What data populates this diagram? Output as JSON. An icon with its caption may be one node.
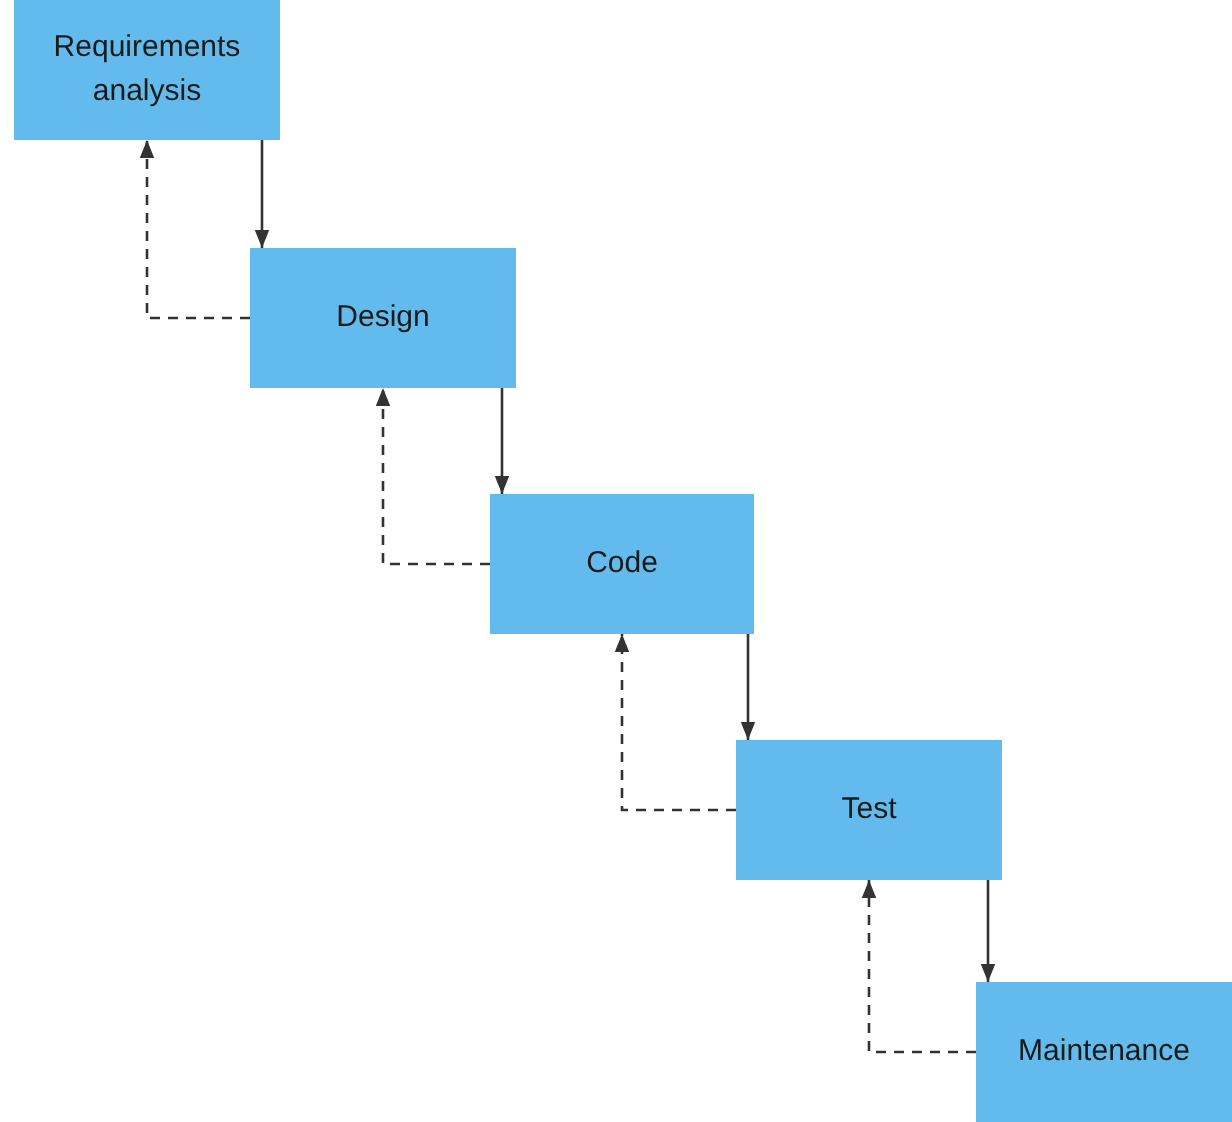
{
  "diagram": {
    "nodes": [
      {
        "text": [
          "Requirements analysis"
        ]
      },
      {
        "text": [
          "Design"
        ]
      },
      {
        "text": [
          "Code"
        ]
      },
      {
        "text": [
          "Test"
        ]
      },
      {
        "text": [
          "Maintenance"
        ]
      }
    ],
    "edges": [
      {
        "from": 0,
        "to": 1,
        "arrow": "to"
      },
      {
        "from": 1,
        "to": 2,
        "arrow": "to"
      },
      {
        "from": 2,
        "to": 3,
        "arrow": "to"
      },
      {
        "from": 3,
        "to": 4,
        "arrow": "to"
      },
      {
        "from": 1,
        "to": 0,
        "arrow": "to",
        "style": "dashed"
      },
      {
        "from": 2,
        "to": 1,
        "arrow": "to",
        "style": "dashed"
      },
      {
        "from": 3,
        "to": 2,
        "arrow": "to",
        "style": "dashed"
      },
      {
        "from": 4,
        "to": 3,
        "arrow": "to",
        "style": "dashed"
      }
    ]
  }
}
